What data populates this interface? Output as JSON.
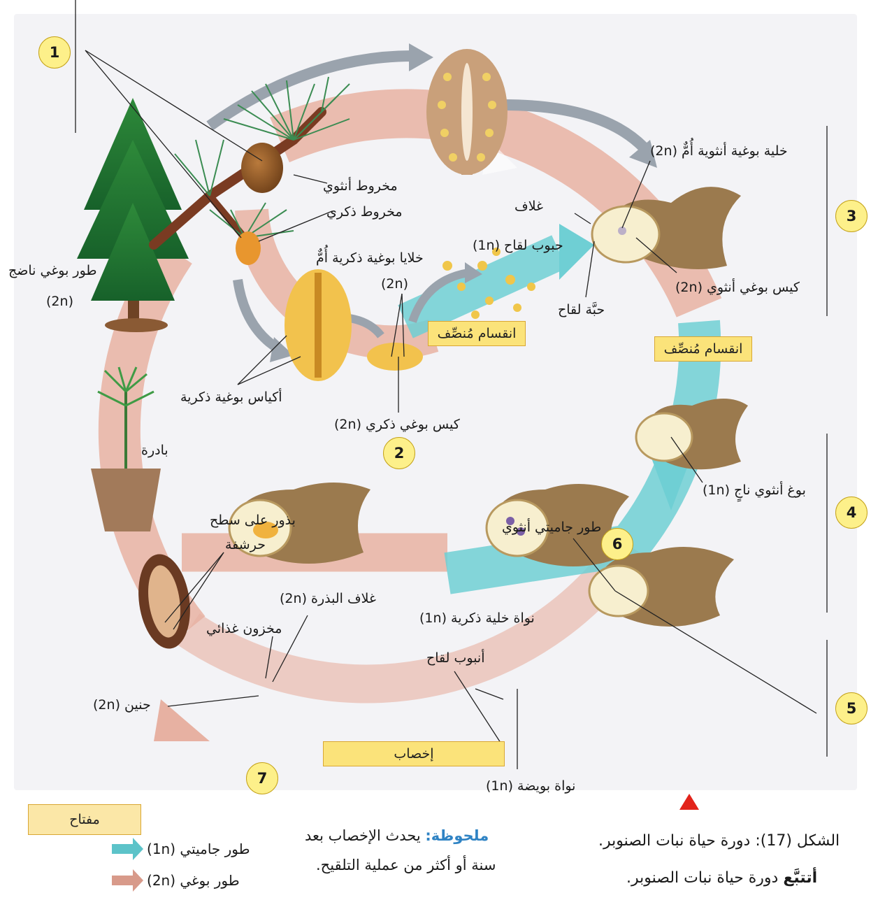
{
  "stage_numbers": [
    "1",
    "2",
    "3",
    "4",
    "5",
    "6",
    "7"
  ],
  "labels": {
    "female_cone": "مخروط أنثوي",
    "male_cone": "مخروط ذكري",
    "mature_sporophyte": "طور بوغي ناضج",
    "mature_sporophyte_ploidy": "(2n)",
    "microsporocytes": "خلايا بوغية ذكرية أُمٌّ",
    "microsporocytes_ploidy": "(2n)",
    "pollen_grains": "حبوب لقاح (1n)",
    "meiosis_1": "انقسام مُنصِّف",
    "meiosis_2": "انقسام مُنصِّف",
    "microsporangia": "أكياس بوغية ذكرية",
    "microsporangium": "كيس بوغي ذكري (2n)",
    "megasporocyte": "خلية بوغية أنثوية أُمٌّ (2n)",
    "integument": "غلاف",
    "megasporangium": "كيس بوغي أنثوي (2n)",
    "pollen_grain": "حبَّة لقاح",
    "surviving_megaspore": "بوغ أنثوي ناجٍ (1n)",
    "female_gametophyte": "طور جاميتي أنثوي",
    "sperm_nucleus": "نواة خلية ذكرية (1n)",
    "pollen_tube": "أنبوب لقاح",
    "egg_nucleus": "نواة بويضة (1n)",
    "fertilization": "إخصاب",
    "seed_coat": "غلاف البذرة (2n)",
    "food_supply": "مخزون غذائي",
    "embryo": "جنين (2n)",
    "seeds_on_scale_1": "بذور على سطح",
    "seeds_on_scale_2": "حرشفة",
    "seedling": "بادرة"
  },
  "key": {
    "title": "مفتاح",
    "gametophyte": "طور جاميتي (1n)",
    "sporophyte": "طور بوغي (2n)",
    "gametophyte_color": "#5cc3c9",
    "sporophyte_color": "#d89a8a"
  },
  "note": {
    "head": "ملحوظة:",
    "line1": "يحدث الإخصاب بعد",
    "line2": "سنة أو أكثر من عملية التلقيح."
  },
  "caption": {
    "line1": "الشكل (17): دورة حياة نبات الصنوبر.",
    "line2_bold": "أتتبَّع",
    "line2_rest": "دورة حياة نبات الصنوبر."
  },
  "colors": {
    "sporophyte_arrow": "#e7b1a2",
    "gametophyte_arrow": "#6fcfd4",
    "label_box": "#fbe37a",
    "ovule": "#9b7a4e",
    "pollen": "#f0c64a"
  }
}
